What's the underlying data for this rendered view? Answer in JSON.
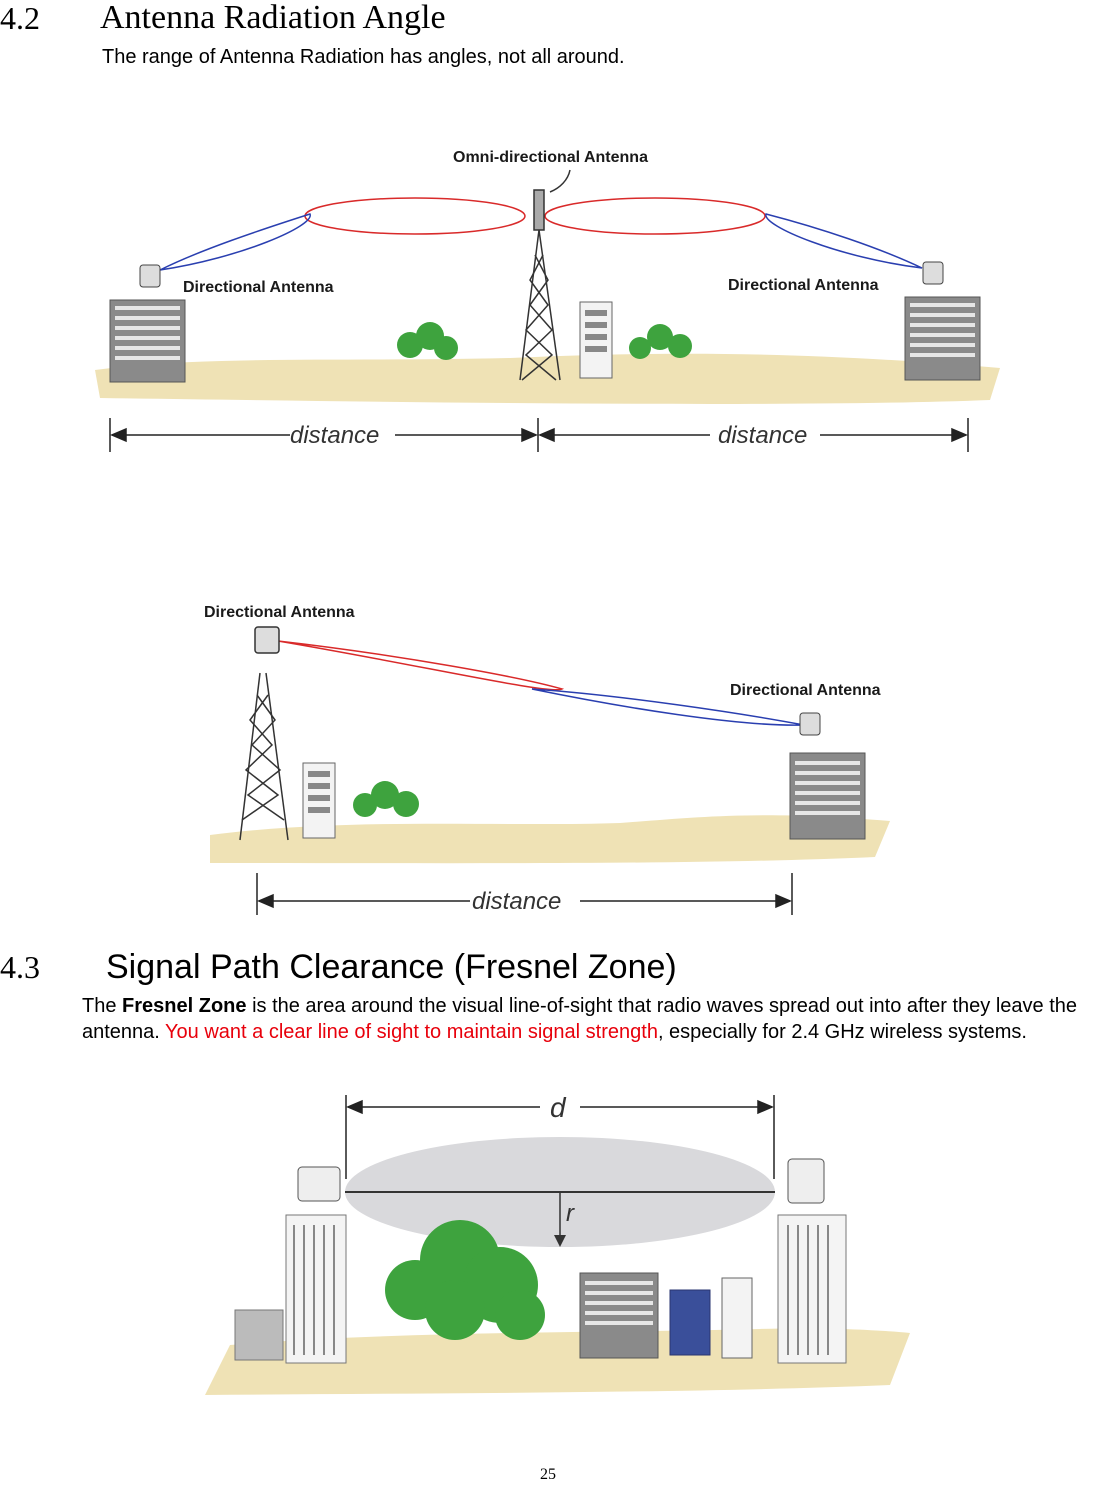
{
  "section_42": {
    "number": "4.2",
    "title": "Antenna Radiation Angle",
    "intro": "The range of Antenna Radiation has angles, not all around."
  },
  "figure1": {
    "omni_label": "Omni-directional Antenna",
    "left_label": "Directional Antenna",
    "right_label": "Directional Antenna",
    "distance_left": "distance",
    "distance_right": "distance"
  },
  "figure2": {
    "top_label": "Directional Antenna",
    "right_label": "Directional Antenna",
    "distance": "distance"
  },
  "section_43": {
    "number": "4.3",
    "title": "Signal Path Clearance (Fresnel Zone)",
    "p_the": "The ",
    "p_bold": "Fresnel Zone",
    "p_rest": " is the area around the visual line-of-sight that radio waves spread out into after they leave the antenna. ",
    "p_red": "You want a clear line of sight to maintain signal strength",
    "p_end": ", especially for 2.4 GHz wireless systems."
  },
  "figure3": {
    "d_label": "d",
    "r_label": "r"
  },
  "page_number": "25",
  "colors": {
    "red_text": "#e8000b",
    "beam_red": "#d92a2a",
    "beam_blue": "#2a3fb0",
    "ground": "#efe2b5",
    "tree": "#3ea33e"
  }
}
